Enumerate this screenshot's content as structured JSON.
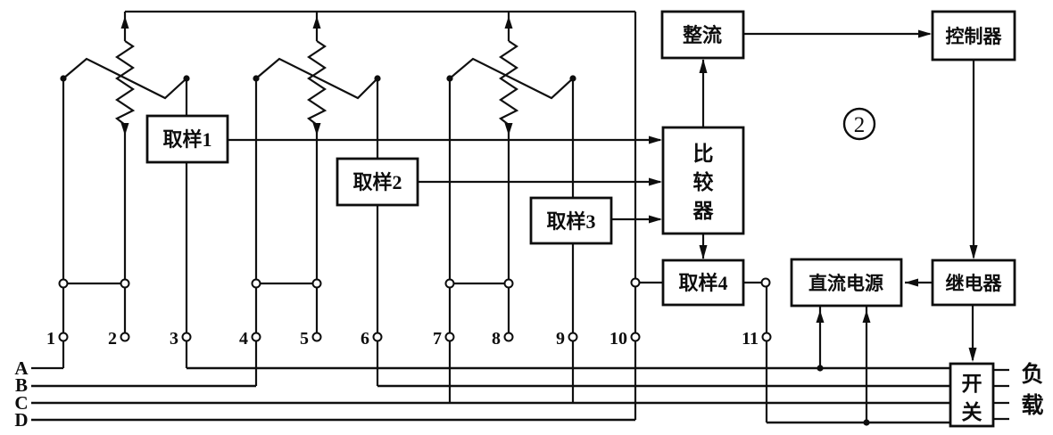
{
  "figure": {
    "number_label": "2"
  },
  "blocks": {
    "sample1": "取样1",
    "sample2": "取样2",
    "sample3": "取样3",
    "sample4": "取样4",
    "comparator": "比较器",
    "rectifier": "整流",
    "controller": "控制器",
    "dc_power": "直流电源",
    "relay": "继电器",
    "switch": "开关",
    "load": "负载"
  },
  "terminals": [
    "1",
    "2",
    "3",
    "4",
    "5",
    "6",
    "7",
    "8",
    "9",
    "10",
    "11"
  ],
  "bus_labels": [
    "A",
    "B",
    "C",
    "D"
  ],
  "colors": {
    "line": "#101010",
    "background": "#ffffff"
  }
}
